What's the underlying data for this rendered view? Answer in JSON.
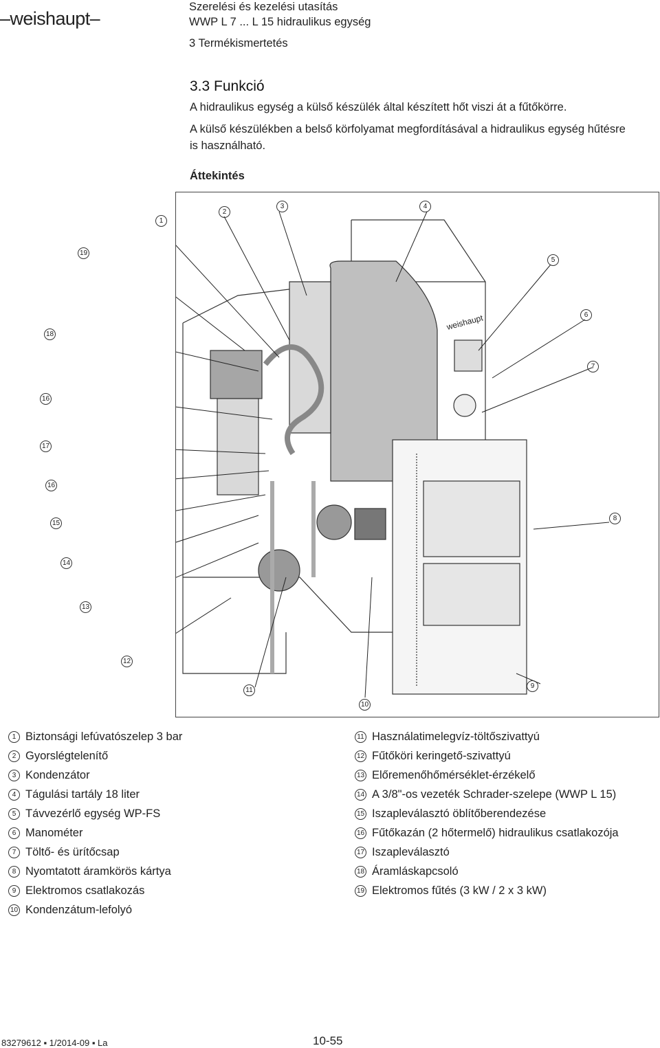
{
  "header": {
    "brand": "weishaupt",
    "title_line1": "Szerelési és kezelési utasítás",
    "title_line2": "WWP L 7 ... L 15 hidraulikus egység",
    "section": "3 Termékismertetés"
  },
  "content": {
    "heading": "3.3 Funkció",
    "para1": "A hidraulikus egység a külső készülék által készített hőt viszi át a fűtőkörre.",
    "para2a": "A külső készülékben a belső körfolyamat megfordításával a hidraulikus egység hűtésre",
    "para2b": "is használható.",
    "overview": "Áttekintés"
  },
  "figure": {
    "callouts": [
      "1",
      "2",
      "3",
      "4",
      "5",
      "6",
      "7",
      "8",
      "9",
      "10",
      "11",
      "12",
      "13",
      "14",
      "15",
      "16",
      "17",
      "16",
      "18",
      "19"
    ],
    "brand": "weishaupt"
  },
  "legend_left": [
    {
      "num": "1",
      "text": "Biztonsági lefúvatószelep 3 bar"
    },
    {
      "num": "2",
      "text": "Gyorslégtelenítő"
    },
    {
      "num": "3",
      "text": "Kondenzátor"
    },
    {
      "num": "4",
      "text": "Tágulási tartály 18 liter"
    },
    {
      "num": "5",
      "text": "Távvezérlő egység WP-FS"
    },
    {
      "num": "6",
      "text": "Manométer"
    },
    {
      "num": "7",
      "text": "Töltő- és ürítőcsap"
    },
    {
      "num": "8",
      "text": "Nyomtatott áramkörös kártya"
    },
    {
      "num": "9",
      "text": "Elektromos csatlakozás"
    },
    {
      "num": "10",
      "text": "Kondenzátum-lefolyó"
    }
  ],
  "legend_right": [
    {
      "num": "11",
      "text": "Használatimelegvíz-töltőszivattyú"
    },
    {
      "num": "12",
      "text": "Fűtőköri keringető-szivattyú"
    },
    {
      "num": "13",
      "text": "Előremenőhőmérséklet-érzékelő"
    },
    {
      "num": "14",
      "text": "A 3/8\"-os vezeték Schrader-szelepe (WWP L 15)"
    },
    {
      "num": "15",
      "text": "Iszapleválasztó öblítőberendezése"
    },
    {
      "num": "16",
      "text": "Fűtőkazán (2 hőtermelő) hidraulikus csatlakozója"
    },
    {
      "num": "17",
      "text": "Iszapleválasztó"
    },
    {
      "num": "18",
      "text": "Áramláskapcsoló"
    },
    {
      "num": "19",
      "text": "Elektromos fűtés (3 kW / 2 x 3 kW)"
    }
  ],
  "footer": {
    "doc": "83279612 ▪ 1/2014-09 ▪ La",
    "page": "10-55"
  }
}
